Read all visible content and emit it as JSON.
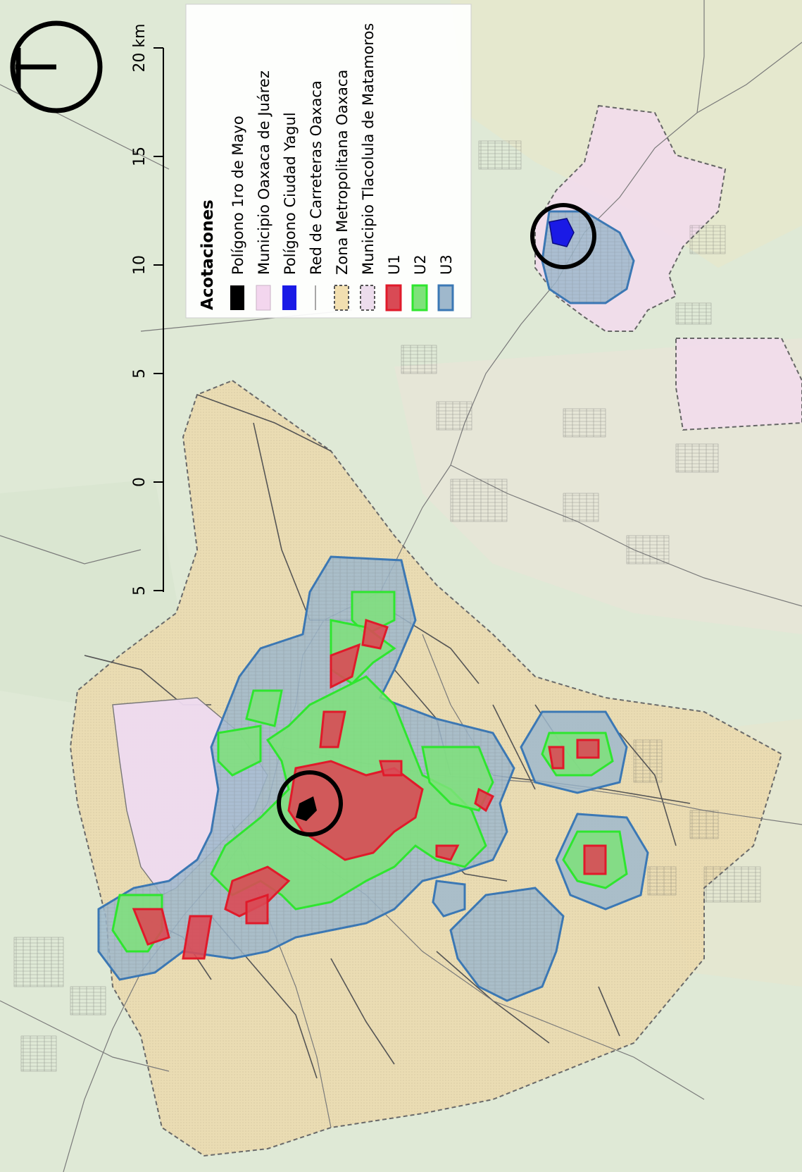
{
  "legend": {
    "title": "Acotaciones",
    "items": [
      {
        "label": "Polígono 1ro de Mayo",
        "color": "#000000",
        "style": "solid"
      },
      {
        "label": "Municipio Oaxaca de Juárez",
        "color": "#f3d6ee",
        "style": "fill"
      },
      {
        "label": "Polígono Ciudad Yagul",
        "color": "#1a1ae6",
        "style": "solid"
      },
      {
        "label": "Red de Carreteras Oaxaca",
        "color": "#8a8a8a",
        "style": "line"
      },
      {
        "label": "Zona Metropolitana Oaxaca",
        "color": "#f2dfb0",
        "style": "dashed"
      },
      {
        "label": "Municipio Tlacolula de Matamoros",
        "color": "#ecdcec",
        "style": "dashed"
      },
      {
        "label": "U1",
        "color": "#d94a55",
        "style": "outlined",
        "stroke": "#e01a2a"
      },
      {
        "label": "U2",
        "color": "#7ee27a",
        "style": "outlined",
        "stroke": "#2ee62e"
      },
      {
        "label": "U3",
        "color": "#9fb8cc",
        "style": "outlined",
        "stroke": "#3b78b5"
      }
    ]
  },
  "scale_bar": {
    "ticks": [
      "5",
      "0",
      "5",
      "10",
      "15",
      "20 km"
    ]
  },
  "colors": {
    "background": "#dfe9d6",
    "metro_zone": "#ecd9ad",
    "oaxaca_municipality": "#eedaf0",
    "tlacolula": "#f2dcec",
    "road": "#7a7a7a"
  }
}
